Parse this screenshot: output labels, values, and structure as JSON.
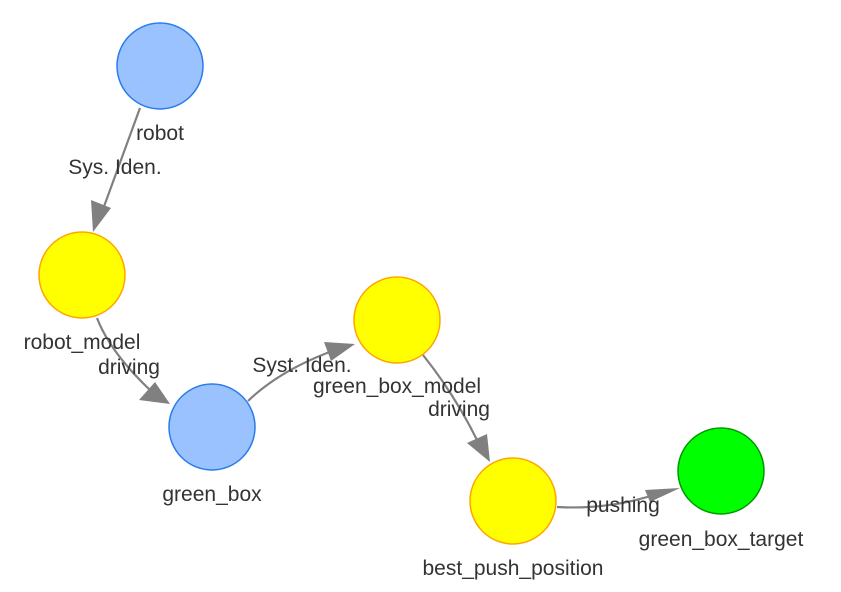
{
  "colors": {
    "blue_fill": "#99c2ff",
    "blue_stroke": "#2b7ce9",
    "yellow_fill": "#ffff00",
    "yellow_stroke": "#ffa500",
    "green_fill": "#00ff00",
    "green_stroke": "#009900",
    "edge": "#808080"
  },
  "nodes": [
    {
      "id": "robot",
      "label": "robot",
      "color": "blue"
    },
    {
      "id": "robot_model",
      "label": "robot_model",
      "color": "yellow"
    },
    {
      "id": "green_box",
      "label": "green_box",
      "color": "blue"
    },
    {
      "id": "green_box_model",
      "label": "green_box_model",
      "color": "yellow"
    },
    {
      "id": "best_push_position",
      "label": "best_push_position",
      "color": "yellow"
    },
    {
      "id": "green_box_target",
      "label": "green_box_target",
      "color": "green"
    }
  ],
  "edges": [
    {
      "from": "robot",
      "to": "robot_model",
      "label": "Sys. Iden."
    },
    {
      "from": "robot_model",
      "to": "green_box",
      "label": "driving"
    },
    {
      "from": "green_box",
      "to": "green_box_model",
      "label": "Syst. Iden."
    },
    {
      "from": "green_box_model",
      "to": "best_push_position",
      "label": "driving"
    },
    {
      "from": "best_push_position",
      "to": "green_box_target",
      "label": "pushing"
    }
  ]
}
